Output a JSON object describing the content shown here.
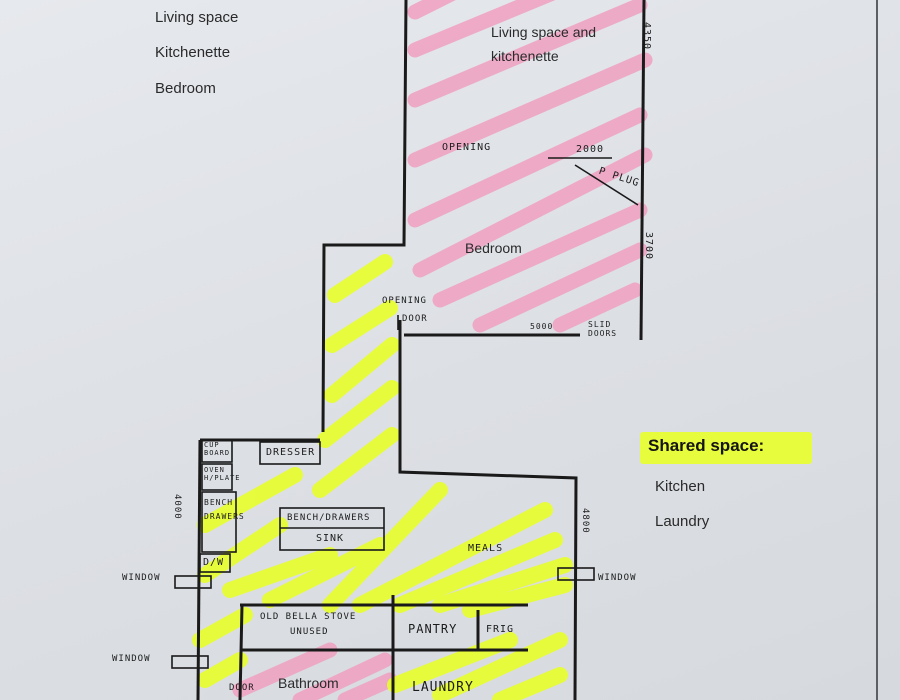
{
  "legend": {
    "private_items": [
      "Living space",
      "Kitchenette",
      "Bedroom"
    ],
    "shared_title": "Shared space:",
    "shared_items": [
      "Kitchen",
      "Laundry"
    ]
  },
  "rooms": {
    "living_kitchenette": "Living space and\nkitchenette",
    "bedroom": "Bedroom",
    "bathroom": "Bathroom"
  },
  "handwritten": {
    "opening_top": "OPENING",
    "dim_4350": "4350",
    "dim_2000": "2000",
    "pplug": "P PLUG",
    "dim_3700": "3700",
    "opening_side": "OPENING",
    "door_small": "DOOR",
    "dim_bottom": "5000",
    "sliding_doors": "SLID DOORS",
    "cup_board": "CUP BOARD",
    "oven_hplate": "OVEN H/PLATE",
    "bench_drawers": "BENCH DRAWERS",
    "dresser": "DRESSER",
    "bench_drawers2": "BENCH/DRAWERS",
    "sink": "SINK",
    "dw": "D/W",
    "dim_4000": "4000",
    "window_left": "WINDOW",
    "window_right": "WINDOW",
    "dim_4800": "4800",
    "meals": "MEALS",
    "old_bella_stove": "OLD BELLA STOVE",
    "unused": "UNUSED",
    "pantry": "PANTRY",
    "fridge": "FRIG",
    "window_bottom": "WINDOW",
    "door_bottom": "DOOR",
    "laundry": "LAUNDRY"
  },
  "colors": {
    "private_highlight": "#f0a0c0",
    "shared_highlight": "#e8ff2a",
    "ink": "#1a1a1a"
  }
}
